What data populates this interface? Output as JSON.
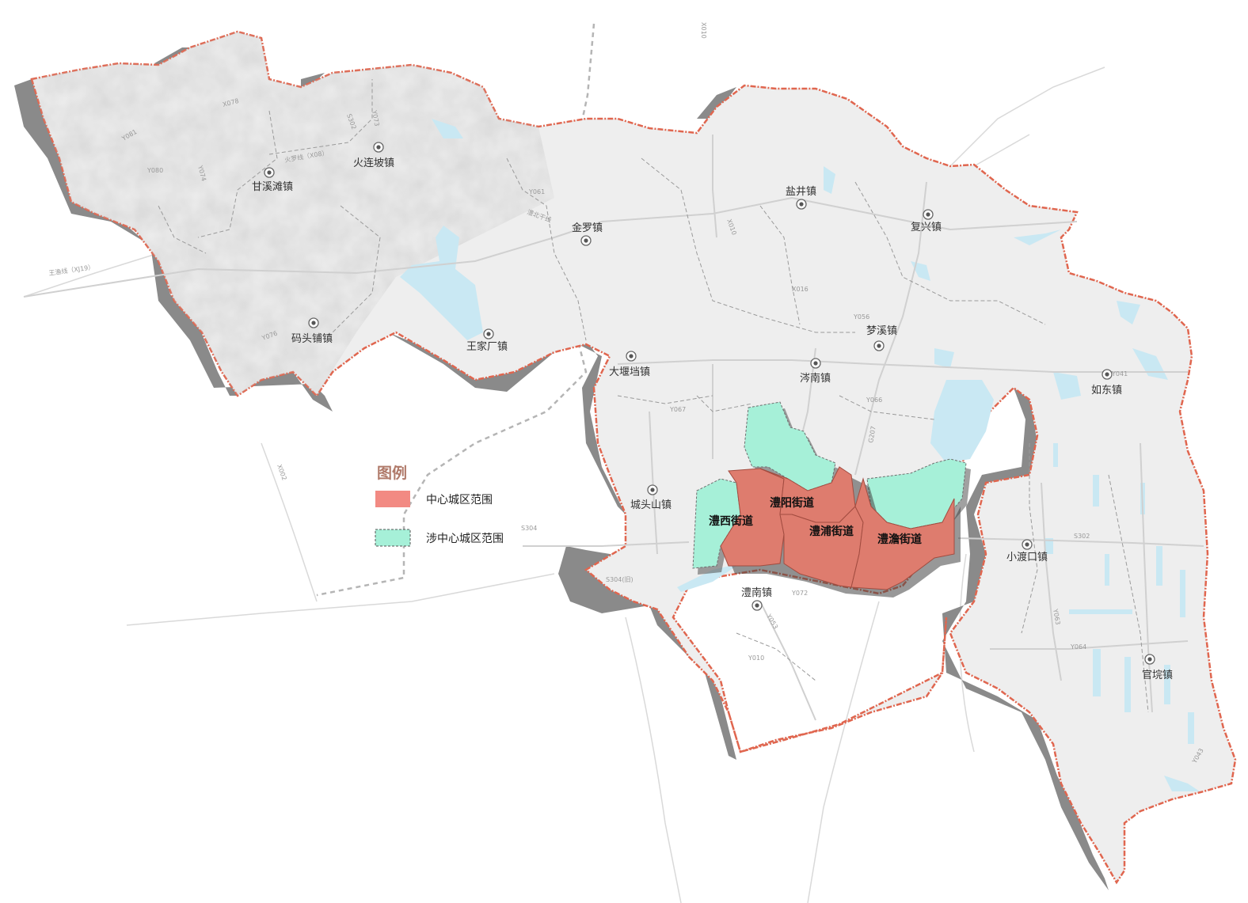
{
  "colors": {
    "county_fill": "#eeeeee",
    "county_shadow": "#8a8a8a",
    "boundary": "#e0664f",
    "center_urban": "#de7c6e",
    "involved_area": "#a6f0d8",
    "water": "#c9e8f3",
    "road": "#d0d0d0",
    "township_border": "#9a9a9a"
  },
  "legend": {
    "title": "图例",
    "items": [
      {
        "label": "中心城区范围",
        "color": "#f28a83"
      },
      {
        "label": "涉中心城区范围",
        "color": "#a6f0d8"
      }
    ]
  },
  "towns": [
    "甘溪滩镇",
    "火连坡镇",
    "码头铺镇",
    "王家厂镇",
    "金罗镇",
    "大堰垱镇",
    "盐井镇",
    "复兴镇",
    "梦溪镇",
    "涔南镇",
    "如东镇",
    "城头山镇",
    "澧南镇",
    "小渡口镇",
    "官垸镇"
  ],
  "districts": [
    "澧西街道",
    "澧阳街道",
    "澧浦街道",
    "澧澹街道"
  ],
  "road_labels": [
    "X010",
    "S302",
    "X078",
    "Y073",
    "Y080",
    "Y074",
    "Y081",
    "火罗线（X08）",
    "Y061",
    "澧北干线",
    "X010",
    "Y056",
    "X016",
    "Y067",
    "Y066",
    "S304",
    "S304(旧)",
    "Y072",
    "Y053",
    "Y010",
    "S302",
    "Y063",
    "Y064",
    "Y043",
    "X002",
    "王渔线（XJ19）",
    "Y076",
    "Y041",
    "G207"
  ]
}
